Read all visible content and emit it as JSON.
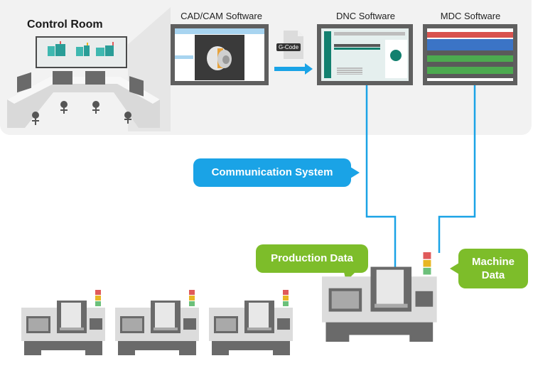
{
  "diagram": {
    "control_room": {
      "title": "Control Room"
    },
    "software": [
      {
        "id": "cadcam",
        "label": "CAD/CAM Software"
      },
      {
        "id": "dnc",
        "label": "DNC Software"
      },
      {
        "id": "mdc",
        "label": "MDC Software"
      }
    ],
    "file_badge": "G-Code",
    "callouts": {
      "communication": "Communication System",
      "production": "Production Data",
      "machine_line1": "Machine",
      "machine_line2": "Data"
    },
    "colors": {
      "accent_blue": "#1aa3e6",
      "accent_green": "#7dbd2a",
      "panel_bg": "#f2f2f2",
      "monitor_frame": "#5f5f5f",
      "lamp_red": "#e05a5a",
      "lamp_yellow": "#e8b623",
      "lamp_green": "#6cc07a",
      "dnc_teal": "#12806f",
      "mdc_red": "#d9534f",
      "mdc_blue": "#3b74c6",
      "mdc_green": "#4caa4f"
    },
    "machines": [
      {
        "id": "cnc-1"
      },
      {
        "id": "cnc-2"
      },
      {
        "id": "cnc-3"
      },
      {
        "id": "cnc-main"
      }
    ]
  }
}
